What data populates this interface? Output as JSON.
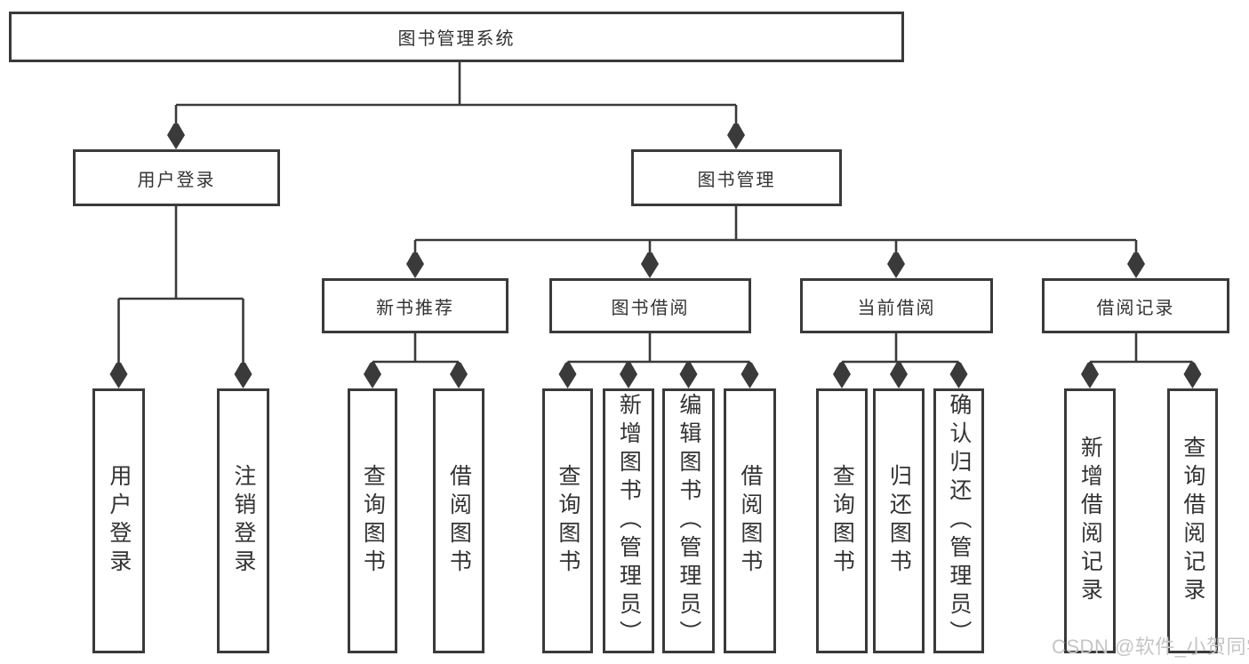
{
  "tree": {
    "root": {
      "label": "图书管理系统"
    },
    "level2": [
      {
        "label": "用户登录"
      },
      {
        "label": "图书管理"
      }
    ],
    "level3": [
      {
        "label": "新书推荐"
      },
      {
        "label": "图书借阅"
      },
      {
        "label": "当前借阅"
      },
      {
        "label": "借阅记录"
      }
    ],
    "leaves": {
      "user": [
        "用户登录",
        "注销登录"
      ],
      "recommend": [
        "查询图书",
        "借阅图书"
      ],
      "borrow": [
        "查询图书",
        "新增图书（管理员）",
        "编辑图书（管理员）",
        "借阅图书"
      ],
      "current": [
        "查询图书",
        "归还图书",
        "确认归还（管理员）"
      ],
      "records": [
        "新增借阅记录",
        "查询借阅记录"
      ]
    }
  },
  "watermark": {
    "text": "CSDN @软件_小贺同学"
  },
  "colors": {
    "line": "#3a3a3a",
    "text": "#333333",
    "watermark": "#c5c5c5",
    "background": "#ffffff"
  }
}
